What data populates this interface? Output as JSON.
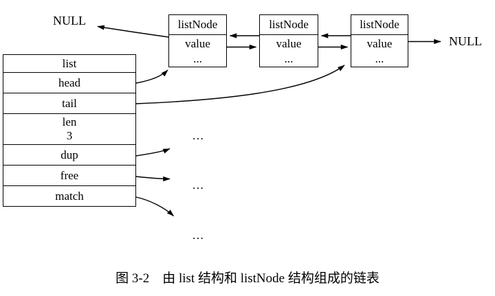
{
  "figure": {
    "left_null": "NULL",
    "right_null": "NULL",
    "list_struct": {
      "rows": [
        "list",
        "head",
        "tail",
        "len",
        "dup",
        "free",
        "match"
      ],
      "len_value": "3"
    },
    "nodes": [
      {
        "title": "listNode",
        "value": "value",
        "more": "..."
      },
      {
        "title": "listNode",
        "value": "value",
        "more": "..."
      },
      {
        "title": "listNode",
        "value": "value",
        "more": "..."
      }
    ],
    "ellipses": [
      "...",
      "...",
      "..."
    ]
  },
  "caption": "图 3-2　由 list 结构和 listNode 结构组成的链表",
  "colors": {
    "line": "#000000",
    "background": "#ffffff",
    "text": "#000000"
  }
}
